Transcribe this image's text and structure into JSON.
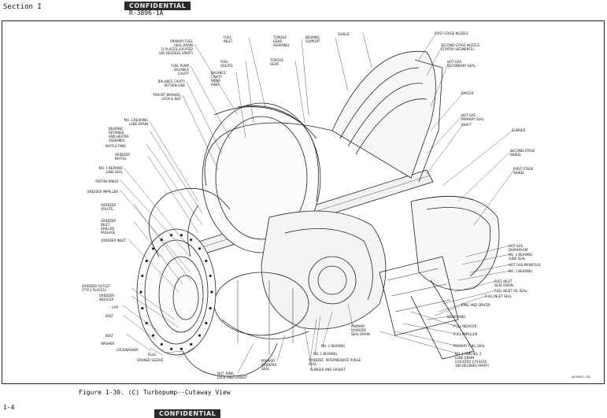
{
  "header": {
    "section": "Section I",
    "classification": "CONFIDENTIAL",
    "document_number": "R-3896-1A"
  },
  "figure": {
    "caption": "Figure 1-30.  (C)  Turbopump--Cutaway View",
    "part_number": "403939-C-1B",
    "labels_left": [
      "PRIMARY FUEL\nSEAL DRAIN\n(2 PLACES LOCATED\n180 DEGREES APART)",
      "FUEL PUMP\nBALANCE\nCAVITY",
      "BALANCE CAVITY\nRETURN LINE",
      "THRUST WASHER,\nLOCK & NUT",
      "NO. 3 BEARING\nLUBE DRAIN",
      "BEARING\nRETAINER\nAND HEATER\nASSEMBLY",
      "BAFFLE RING",
      "OXIDIZER\nBAFFLE",
      "NO. 1 BEARING\nLUBE SEAL",
      "PISTON RINGS",
      "OXIDIZER IMPELLER",
      "OXIDIZER\nVOLUTE",
      "OXIDIZER\nINLET\nDRILLED\nPASSAGE",
      "OXIDIZER INLET",
      "OXIDIZER OUTLET\n(TYP 2 PLACES)",
      "OXIDIZER\nINDUCER",
      "CAP",
      "BOLT",
      "BOLT",
      "WASHER",
      "LOCKWASHER",
      "PLUG",
      "SPLINED SLEEVE"
    ],
    "labels_top": [
      "FUEL\nINLET",
      "FUEL\nVOLUTE",
      "BALANCE\nCAVITY\nWEAR\nRING",
      "TORQUE\nGEAR\nASSEMBLY",
      "TORQUE\nGEAR",
      "BEARING\nSUPPORT",
      "SHIELD"
    ],
    "labels_right": [
      "FIRST-STAGE NOZZLE",
      "SECOND-STAGE NOZZLE\n(STATOR SEGMENTS)",
      "HOT-GAS\nSECONDARY SEAL",
      "SPACER",
      "HOT-GAS\nPRIMARY SEAL",
      "SHAFT",
      "SLINGER",
      "SECOND-STAGE\nWHEEL",
      "FIRST-STAGE\nWHEEL",
      "HOT-GAS\nDIAPHRAGM",
      "NO. 3 BEARING\nLUBE SEAL",
      "HOT GAS MANIFOLD",
      "NO. 3 BEARING",
      "FUEL INLET\nSEAL DRAIN",
      "FUEL INLET OIL SEAL",
      "FUEL INLET SEAL",
      "RING AND SPACER",
      "WEAR RING",
      "FUEL INDUCER",
      "FUEL IMPELLER",
      "PRIMARY FUEL SEAL",
      "NO. 1 AND NO. 2\nLUBE DRAIN\n(LOCATED 2 PLACES\n180 DEGREES APART)"
    ],
    "labels_bottom": [
      "PRIMARY\nOXIDIZER\nSEAL DRAIN",
      "NO. 2 BEARING",
      "NO. 1 BEARING",
      "OXIDIZER  INTERMEDIATE PURGE\nSEAL",
      "SLINGER AND GASKET",
      "PRIMARY\nOXIDIZER\nSEAL",
      "NUT, RING,\nLOCK AND GASKET"
    ]
  },
  "footer": {
    "page": "1-4",
    "classification": "CONFIDENTIAL"
  }
}
